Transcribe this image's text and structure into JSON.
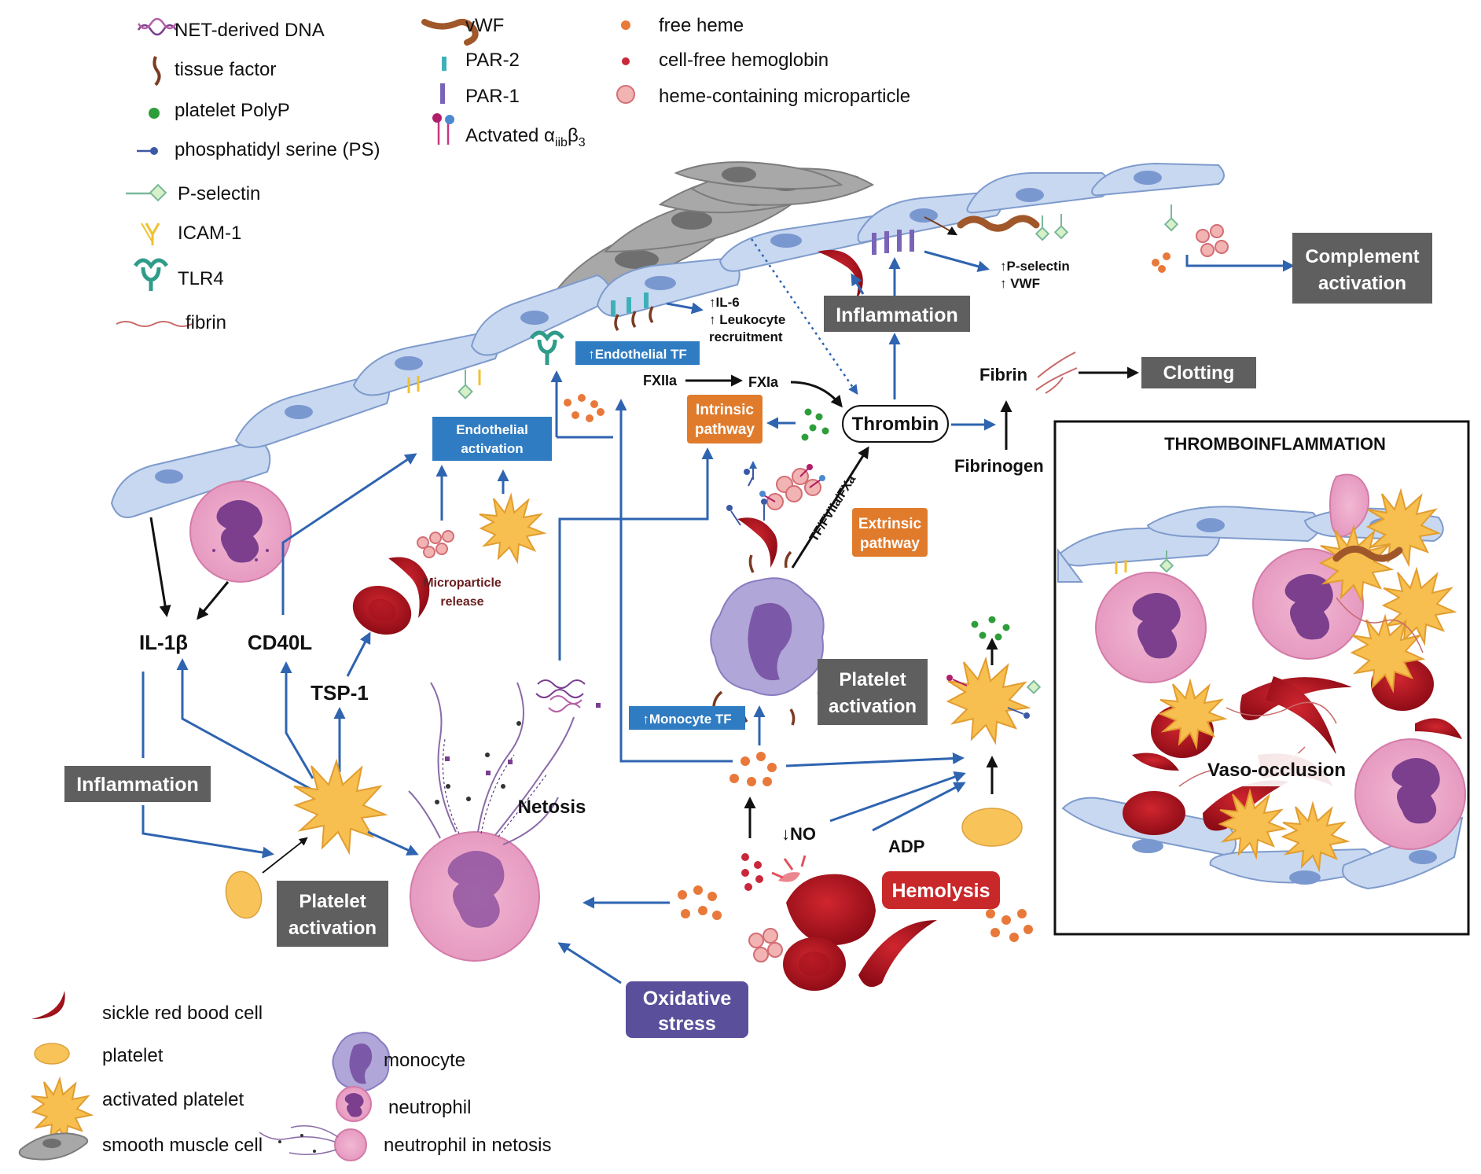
{
  "legend_top": {
    "net_dna": "NET-derived DNA",
    "tissue_factor": "tissue factor",
    "platelet_polyp": "platelet PolyP",
    "ps": "phosphatidyl serine (PS)",
    "p_selectin": "P-selectin",
    "icam1": "ICAM-1",
    "tlr4": "TLR4",
    "fibrin": "fibrin",
    "vwf": "vWF",
    "par2": "PAR-2",
    "par1": "PAR-1",
    "integrin_prefix": "Actvated α",
    "integrin_sub1": "iib",
    "integrin_mid": "β",
    "integrin_sub2": "3",
    "free_heme": "free heme",
    "cf_hb": "cell-free hemoglobin",
    "heme_mp": "heme-containing microparticle"
  },
  "legend_bottom": {
    "sickle": "sickle red bood cell",
    "platelet": "platelet",
    "act_platelet": "activated platelet",
    "smc": "smooth muscle cell",
    "monocyte": "monocyte",
    "neutrophil": "neutrophil",
    "netosis_neutrophil": "neutrophil in netosis"
  },
  "labels": {
    "il1b": "IL-1β",
    "cd40l": "CD40L",
    "tsp1": "TSP-1",
    "mp_release_1": "Microparticle",
    "mp_release_2": "release",
    "netosis": "Netosis",
    "il6_1": "↑IL-6",
    "il6_2": "↑ Leukocyte",
    "il6_3": "recruitment",
    "psel_1": "↑P-selectin",
    "psel_2": "↑ VWF",
    "fxiia": "FXIIa",
    "fxia": "FXIa",
    "tf_complex": "TF/FVIIa/FXa",
    "fibrin": "Fibrin",
    "fibrinogen": "Fibrinogen",
    "thrombin": "Thrombin",
    "no": "↓NO",
    "adp": "ADP",
    "thrombo": "THROMBOINFLAMMATION",
    "vaso": "Vaso-occlusion"
  },
  "boxes": {
    "inflammation_top": "Inflammation",
    "complement_1": "Complement",
    "complement_2": "activation",
    "clotting": "Clotting",
    "endo_tf": "↑Endothelial TF",
    "endo_act_1": "Endothelial",
    "endo_act_2": "activation",
    "intrinsic_1": "Intrinsic",
    "intrinsic_2": "pathway",
    "extrinsic_1": "Extrinsic",
    "extrinsic_2": "pathway",
    "plt_act_right_1": "Platelet",
    "plt_act_right_2": "activation",
    "mono_tf": "↑Monocyte TF",
    "inflammation_left": "Inflammation",
    "plt_act_left_1": "Platelet",
    "plt_act_left_2": "activation",
    "hemolysis": "Hemolysis",
    "oxidative_1": "Oxidative",
    "oxidative_2": "stress"
  },
  "colors": {
    "gray_box": "#5f5f5f",
    "blue_box": "#2f7cc2",
    "orange_box": "#e07b2c",
    "red_box": "#c9282b",
    "purple_box": "#5a4f9a",
    "arrow_blue": "#2f64b0"
  }
}
